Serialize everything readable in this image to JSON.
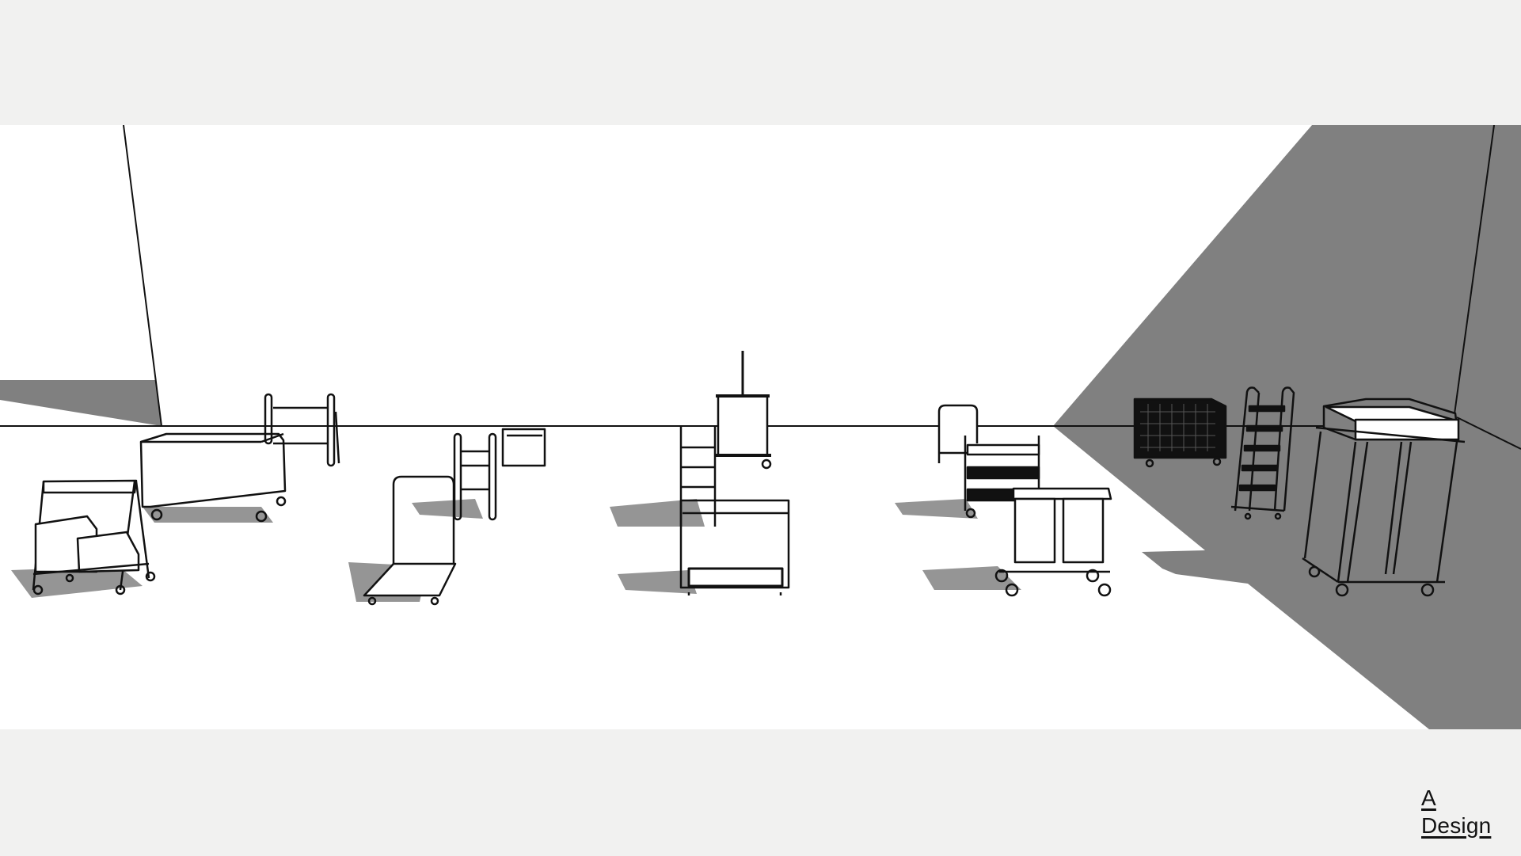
{
  "scene": {
    "description": "Architectural render of an empty room with various service carts and trolleys",
    "colors": {
      "background_margin": "#f1f1f0",
      "room": "#ffffff",
      "shadow": "#808080",
      "line": "#111111"
    },
    "objects": [
      {
        "name": "shelf-cart-with-boxes"
      },
      {
        "name": "box-cart-white"
      },
      {
        "name": "two-shelf-cart"
      },
      {
        "name": "platform-hand-truck"
      },
      {
        "name": "narrow-shelf-cart"
      },
      {
        "name": "small-side-table"
      },
      {
        "name": "step-ladder-cart"
      },
      {
        "name": "bag-holder-trolley"
      },
      {
        "name": "open-frame-trolley"
      },
      {
        "name": "handle-cart"
      },
      {
        "name": "three-shelf-service-cart"
      },
      {
        "name": "double-bin-trolley"
      },
      {
        "name": "mesh-cage-cart"
      },
      {
        "name": "rolling-ladder"
      },
      {
        "name": "tall-tray-trolley"
      }
    ]
  },
  "logo": {
    "line1": "A",
    "line2": "Design"
  }
}
